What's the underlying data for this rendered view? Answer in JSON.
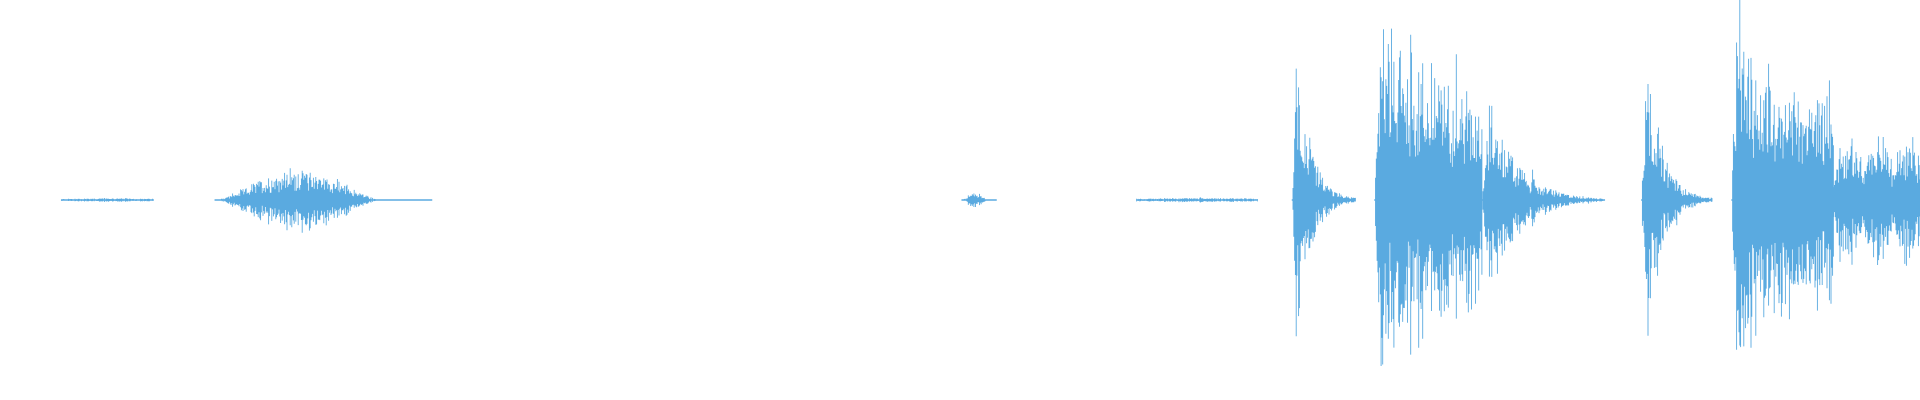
{
  "waveform": {
    "color": "#5aaae0",
    "background": "#ffffff",
    "segments": [
      {
        "start": 0.032,
        "end": 0.08,
        "peak": 0.01,
        "shape": "flat"
      },
      {
        "start": 0.112,
        "end": 0.225,
        "peak": 0.17,
        "shape": "burst"
      },
      {
        "start": 0.501,
        "end": 0.519,
        "peak": 0.04,
        "shape": "burst"
      },
      {
        "start": 0.592,
        "end": 0.655,
        "peak": 0.012,
        "shape": "flat"
      },
      {
        "start": 0.673,
        "end": 0.706,
        "peak": 0.83,
        "shape": "attack"
      },
      {
        "start": 0.716,
        "end": 0.772,
        "peak": 0.95,
        "shape": "dense"
      },
      {
        "start": 0.772,
        "end": 0.836,
        "peak": 0.58,
        "shape": "attack"
      },
      {
        "start": 0.855,
        "end": 0.892,
        "peak": 0.83,
        "shape": "attack"
      },
      {
        "start": 0.902,
        "end": 0.955,
        "peak": 0.88,
        "shape": "dense"
      },
      {
        "start": 0.955,
        "end": 1.0,
        "peak": 0.36,
        "shape": "tail"
      }
    ]
  }
}
